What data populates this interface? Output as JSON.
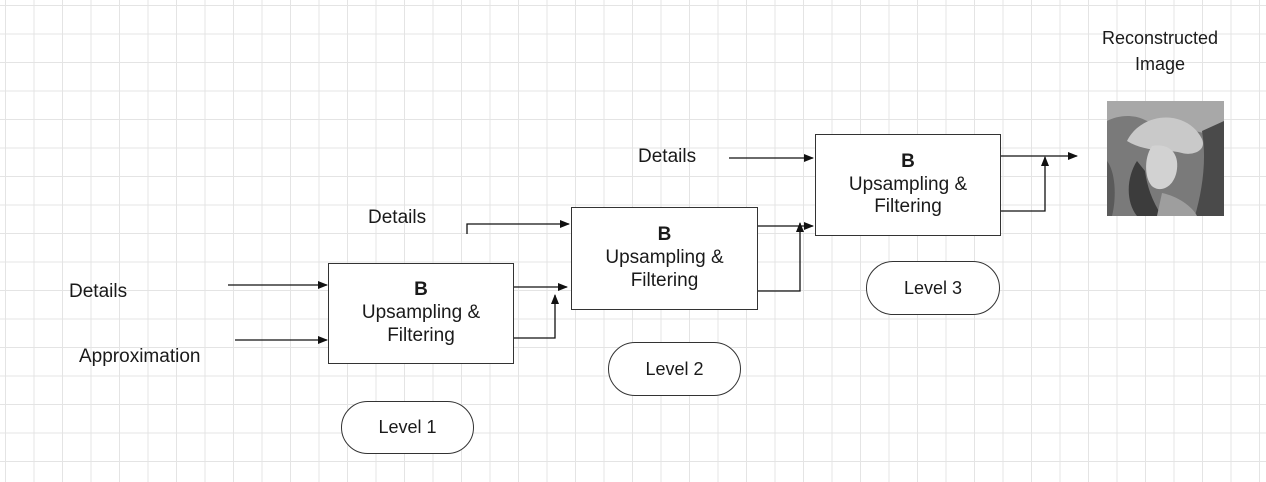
{
  "inputs": {
    "details_left": "Details",
    "approximation": "Approximation",
    "details_mid": "Details",
    "details_top": "Details"
  },
  "blocks": [
    {
      "symbol": "B",
      "line1": "Upsampling &",
      "line2": "Filtering"
    },
    {
      "symbol": "B",
      "line1": "Upsampling &",
      "line2": "Filtering"
    },
    {
      "symbol": "B",
      "line1": "Upsampling &",
      "line2": "Filtering"
    }
  ],
  "levels": [
    "Level 1",
    "Level 2",
    "Level 3"
  ],
  "output": {
    "line1": "Reconstructed",
    "line2": "Image"
  },
  "colors": {
    "grid": "#e4e4e4",
    "stroke": "#333333"
  }
}
